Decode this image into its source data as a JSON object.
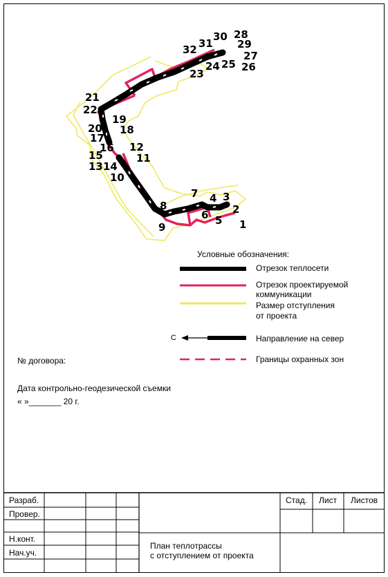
{
  "plan": {
    "points": [
      "1",
      "2",
      "3",
      "4",
      "5",
      "6",
      "7",
      "8",
      "9",
      "10",
      "11",
      "12",
      "13",
      "14",
      "15",
      "16",
      "17",
      "18",
      "19",
      "20",
      "21",
      "22",
      "23",
      "24",
      "25",
      "26",
      "27",
      "28",
      "29",
      "30",
      "31",
      "32"
    ]
  },
  "legend": {
    "title": "Условные обозначения:",
    "heat_segment": "Отрезок теплосети",
    "projected_1": "Отрезок проектируемой",
    "projected_2": "коммуникации",
    "deviation_1": "Размер отступления",
    "deviation_2": "от проекта",
    "north_letter": "С",
    "north": "Направление на север",
    "zones": "Границы охранных зон"
  },
  "info": {
    "contract": "№ договора:",
    "survey_date": "Дата контрольно-геодезической съемки",
    "date_line": "« »_______ 20 г."
  },
  "title_block": {
    "developed": "Разраб.",
    "checked": "Провер.",
    "norm_control": "Н.конт.",
    "head": "Нач.уч.",
    "stage": "Стад.",
    "sheet": "Лист",
    "sheets": "Листов",
    "drawing_title_1": "План теплотрассы",
    "drawing_title_2": "с отступлением от проекта"
  },
  "colors": {
    "heat": "#000000",
    "projected": "#e0245e",
    "deviation": "#f0e860",
    "zones": "#e0245e"
  }
}
